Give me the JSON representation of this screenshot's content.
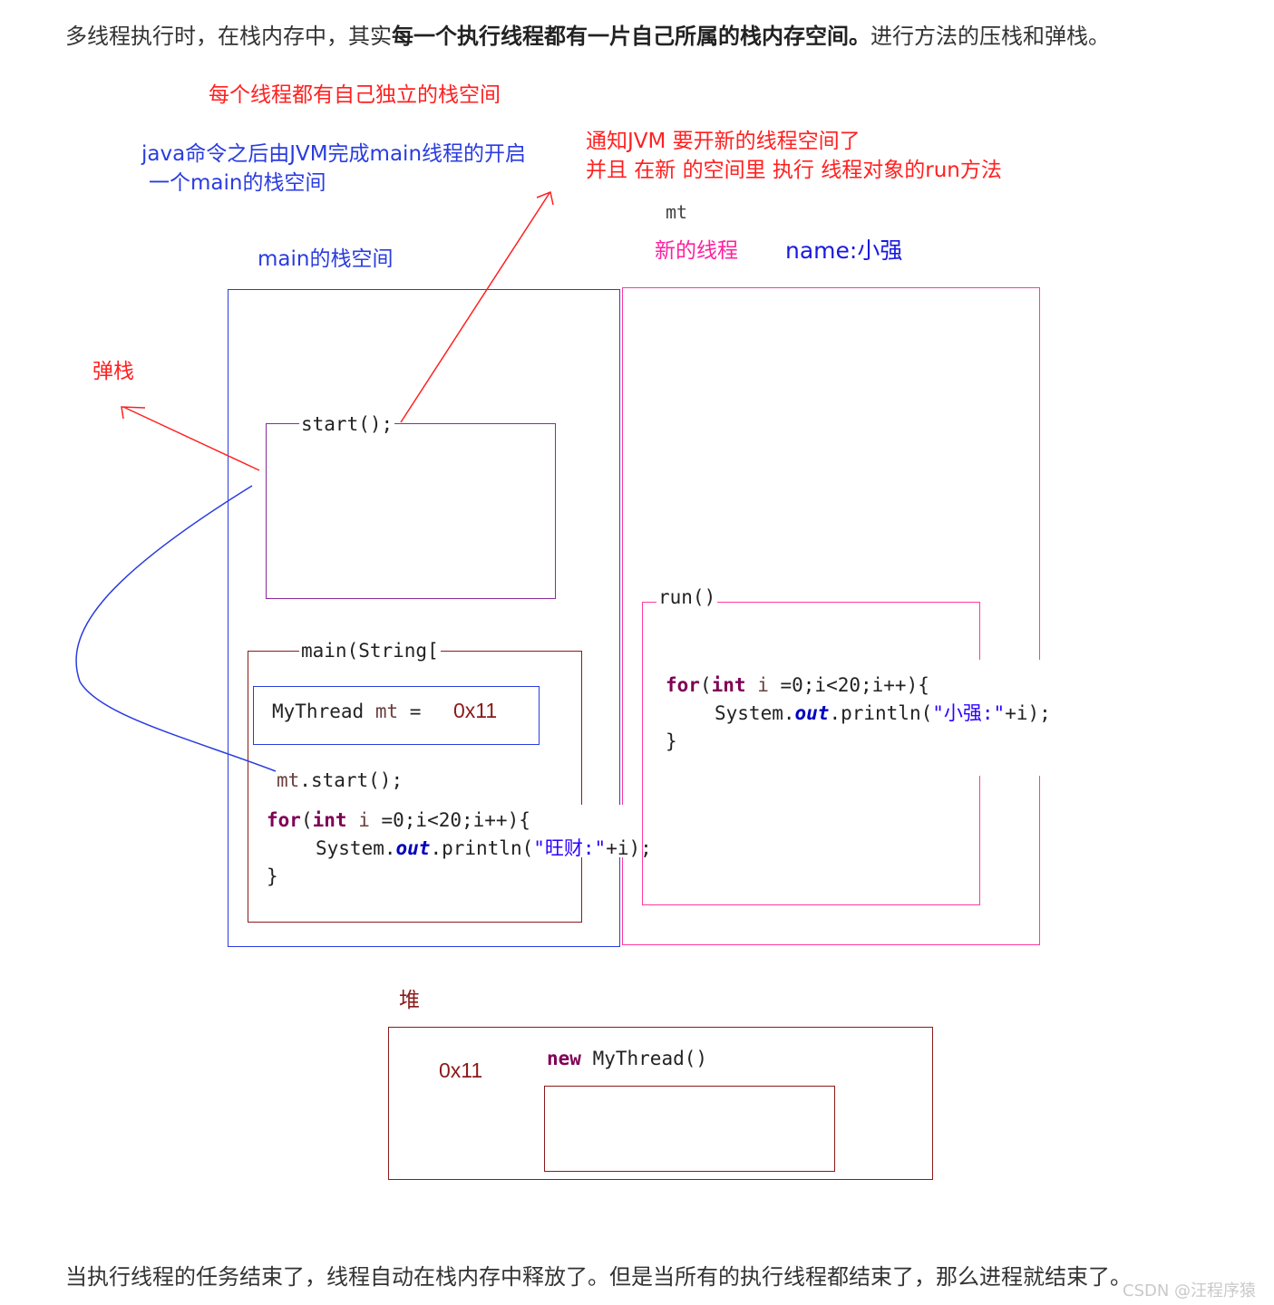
{
  "intro": {
    "prefix": "多线程执行时，在栈内存中，其实",
    "bold": "每一个执行线程都有一片自己所属的栈内存空间。",
    "suffix": "进行方法的压栈和弹栈。"
  },
  "annotations": {
    "own_stack": "每个线程都有自己独立的栈空间",
    "jvm_main_line1": "java命令之后由JVM完成main线程的开启",
    "jvm_main_line2": "一个main的栈空间",
    "notify_line1": "通知JVM 要开新的线程空间了",
    "notify_line2": "并且 在新 的空间里 执行 线程对象的run方法",
    "pop_stack": "弹栈",
    "mt_label": "mt",
    "new_thread": "新的线程",
    "thread_name": "name:小强",
    "main_stack": "main的栈空间",
    "heap": "堆"
  },
  "main_stack": {
    "start_frame": "start();",
    "main_frame": "main(String[",
    "var_type": "MyThread",
    "var_name": "mt",
    "var_eq": "=",
    "var_addr": "0x11",
    "call_obj": "mt",
    "call_method": ".start();",
    "loop": {
      "kw_for": "for",
      "kw_int": "int",
      "var_i": "i",
      "cond": "=0;i<20;i++){",
      "sys": "System.",
      "out": "out",
      "println": ".println(",
      "literal": "\"旺财:\"",
      "tail": "+i);",
      "close": "}"
    }
  },
  "new_stack": {
    "run_frame": "run()",
    "loop": {
      "kw_for": "for",
      "kw_int": "int",
      "var_i": "i",
      "cond": "=0;i<20;i++){",
      "sys": "System.",
      "out": "out",
      "println": ".println(",
      "literal": "\"小强:\"",
      "tail": "+i);",
      "close": "}"
    }
  },
  "heap": {
    "addr": "0x11",
    "kw_new": "new",
    "ctor": "MyThread()"
  },
  "outro": "当执行线程的任务结束了，线程自动在栈内存中释放了。但是当所有的执行线程都结束了，那么进程就结束了。",
  "watermark": "CSDN @汪程序猿",
  "colors": {
    "red": "#ff2020",
    "blue": "#2a3ce0",
    "magenta": "#ff20a0",
    "purple": "#8a2a9a",
    "darkred": "#8b1a1a"
  }
}
